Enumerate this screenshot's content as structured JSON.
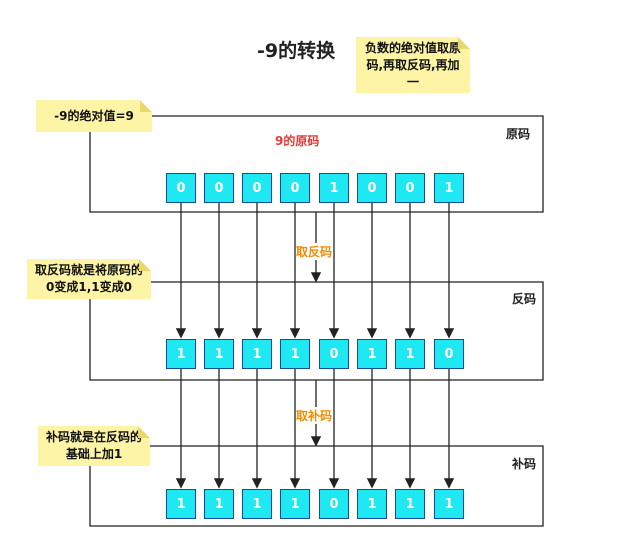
{
  "title": "-9的转换",
  "notes": {
    "top_right": "负数的绝对值取原码,再取反码,再加一",
    "abs": "-9的绝对值=9",
    "invert": "取反码就是将原码的0变成1,1变成0",
    "complement": "补码就是在反码的基础上加1"
  },
  "sections": {
    "original": {
      "label": "原码",
      "caption": "9的原码",
      "bits": [
        "0",
        "0",
        "0",
        "0",
        "1",
        "0",
        "0",
        "1"
      ]
    },
    "ones": {
      "label": "反码",
      "bits": [
        "1",
        "1",
        "1",
        "1",
        "0",
        "1",
        "1",
        "0"
      ]
    },
    "twos": {
      "label": "补码",
      "bits": [
        "1",
        "1",
        "1",
        "1",
        "0",
        "1",
        "1",
        "1"
      ]
    }
  },
  "ops": {
    "invert": "取反码",
    "add_one": "取补码"
  },
  "colors": {
    "bit_fill": "#1ee8f2",
    "bit_border": "#1a4b9a",
    "note_fill": "#fdf4a6",
    "caption": "#e53935",
    "op": "#f08c00"
  }
}
